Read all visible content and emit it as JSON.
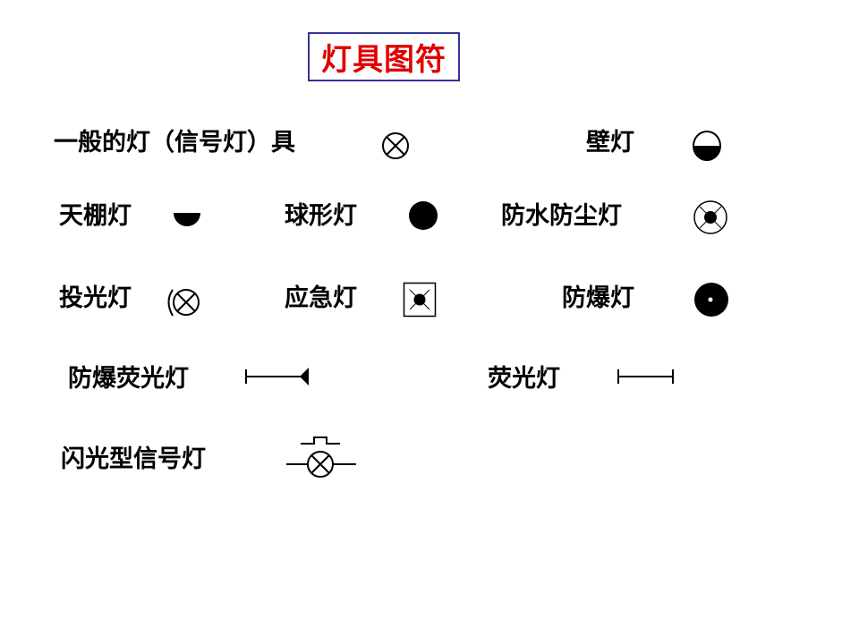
{
  "title": "灯具图符",
  "colors": {
    "title_text": "#e00000",
    "title_border": "#333399",
    "symbol": "#000000",
    "background": "#ffffff"
  },
  "items": [
    {
      "label": "一般的灯（信号灯）具",
      "icon": "circle-cross-icon"
    },
    {
      "label": "壁灯",
      "icon": "half-filled-circle-icon"
    },
    {
      "label": "天棚灯",
      "icon": "half-disc-ceiling-icon"
    },
    {
      "label": "球形灯",
      "icon": "filled-circle-icon"
    },
    {
      "label": "防水防尘灯",
      "icon": "circle-dot-cross-icon"
    },
    {
      "label": "投光灯",
      "icon": "floodlight-icon"
    },
    {
      "label": "应急灯",
      "icon": "square-dot-cross-icon"
    },
    {
      "label": "防爆灯",
      "icon": "filled-circle-white-dot-icon"
    },
    {
      "label": "防爆荧光灯",
      "icon": "explosion-proof-fluorescent-icon"
    },
    {
      "label": "荧光灯",
      "icon": "fluorescent-icon"
    },
    {
      "label": "闪光型信号灯",
      "icon": "flashing-signal-icon"
    }
  ]
}
